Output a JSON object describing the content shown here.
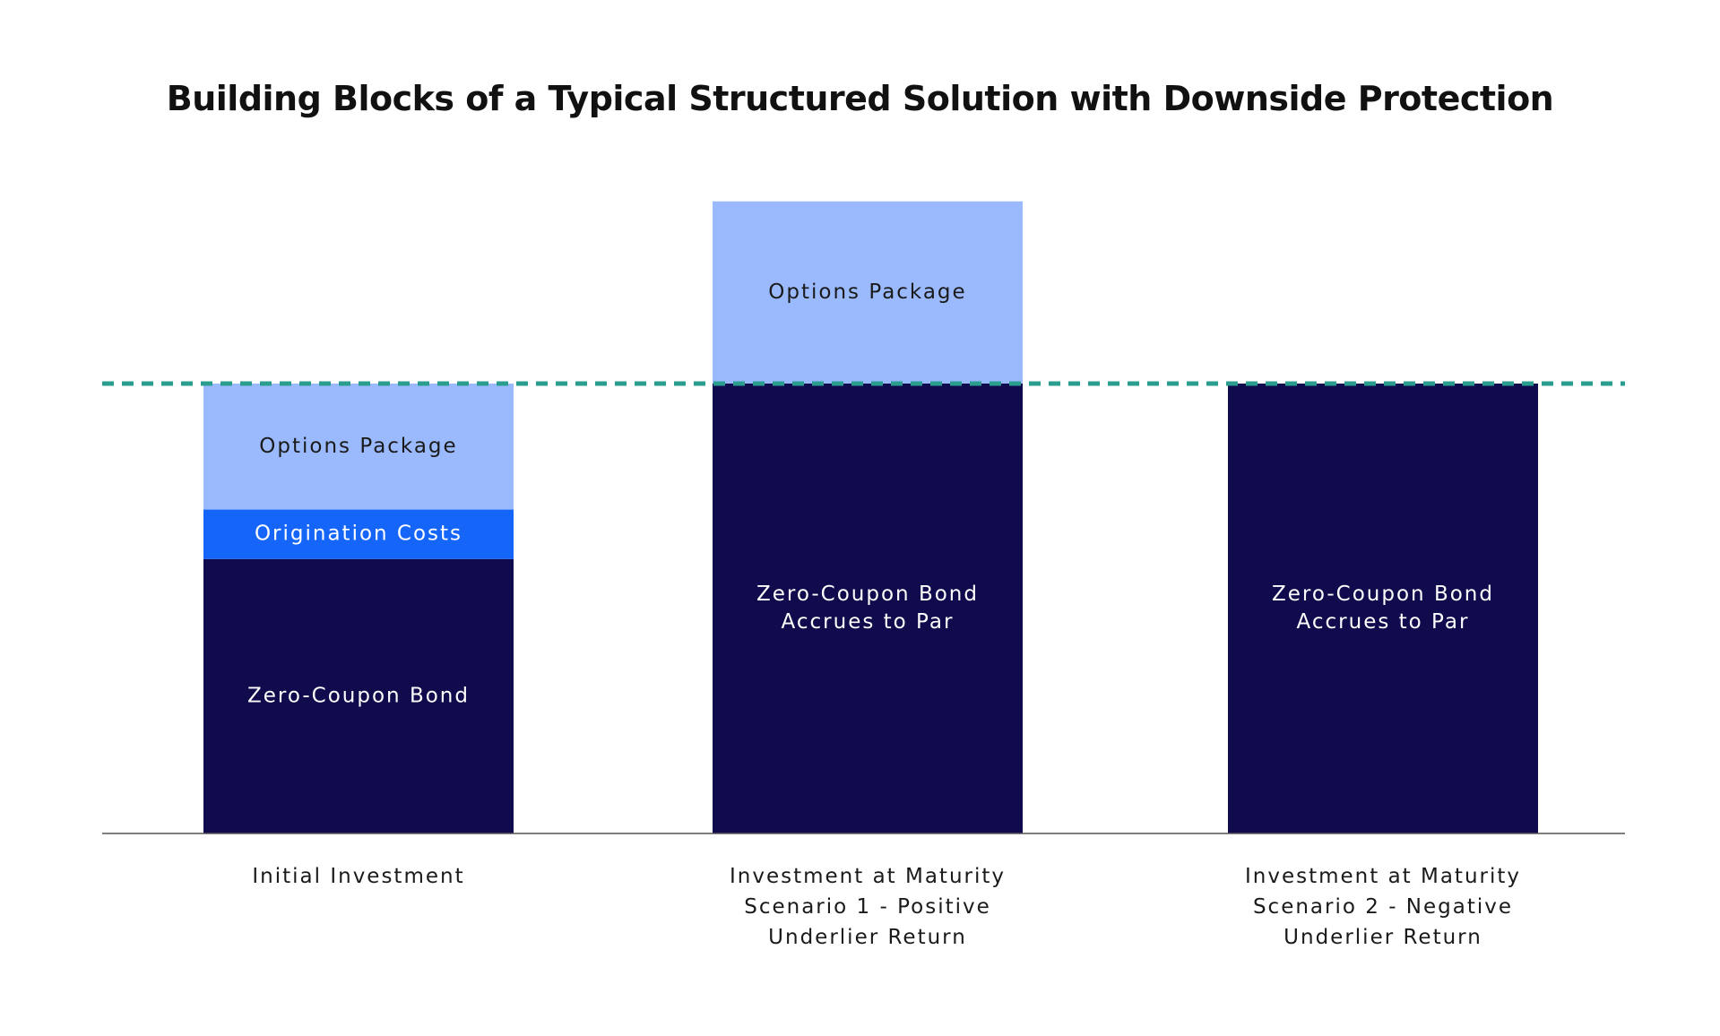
{
  "chart_data": {
    "type": "bar",
    "stacked": true,
    "title": "Building Blocks of a Typical Structured Solution with Downside Protection",
    "xlabel": "",
    "ylabel": "",
    "ylim": [
      0,
      140
    ],
    "reference_line": {
      "value": 100,
      "style": "dashed",
      "color": "#2a9d8f"
    },
    "grid": false,
    "colors": {
      "zero_coupon_bond": "#100b4c",
      "origination_costs": "#1565f9",
      "options_package": "#9bbafd",
      "baseline": "#555555",
      "title": "#111111"
    },
    "bars": [
      {
        "category": [
          "Initial Investment"
        ],
        "segments": [
          {
            "label": [
              "Zero-Coupon Bond"
            ],
            "value": 61,
            "color": "#100b4c",
            "text_color": "#ffffff"
          },
          {
            "label": [
              "Origination Costs"
            ],
            "value": 11,
            "color": "#1565f9",
            "text_color": "#ffffff"
          },
          {
            "label": [
              "Options Package"
            ],
            "value": 28,
            "color": "#9bbafd",
            "text_color": "#1a1a1a"
          }
        ]
      },
      {
        "category": [
          "Investment at Maturity",
          "Scenario 1 - Positive",
          "Underlier Return"
        ],
        "segments": [
          {
            "label": [
              "Zero-Coupon Bond",
              "Accrues to Par"
            ],
            "value": 100,
            "color": "#100b4c",
            "text_color": "#ffffff"
          },
          {
            "label": [
              "Options Package"
            ],
            "value": 40.5,
            "color": "#9bbafd",
            "text_color": "#1a1a1a"
          }
        ]
      },
      {
        "category": [
          "Investment at Maturity",
          "Scenario 2 - Negative",
          "Underlier Return"
        ],
        "segments": [
          {
            "label": [
              "Zero-Coupon Bond",
              "Accrues to Par"
            ],
            "value": 100,
            "color": "#100b4c",
            "text_color": "#ffffff"
          }
        ]
      }
    ]
  }
}
